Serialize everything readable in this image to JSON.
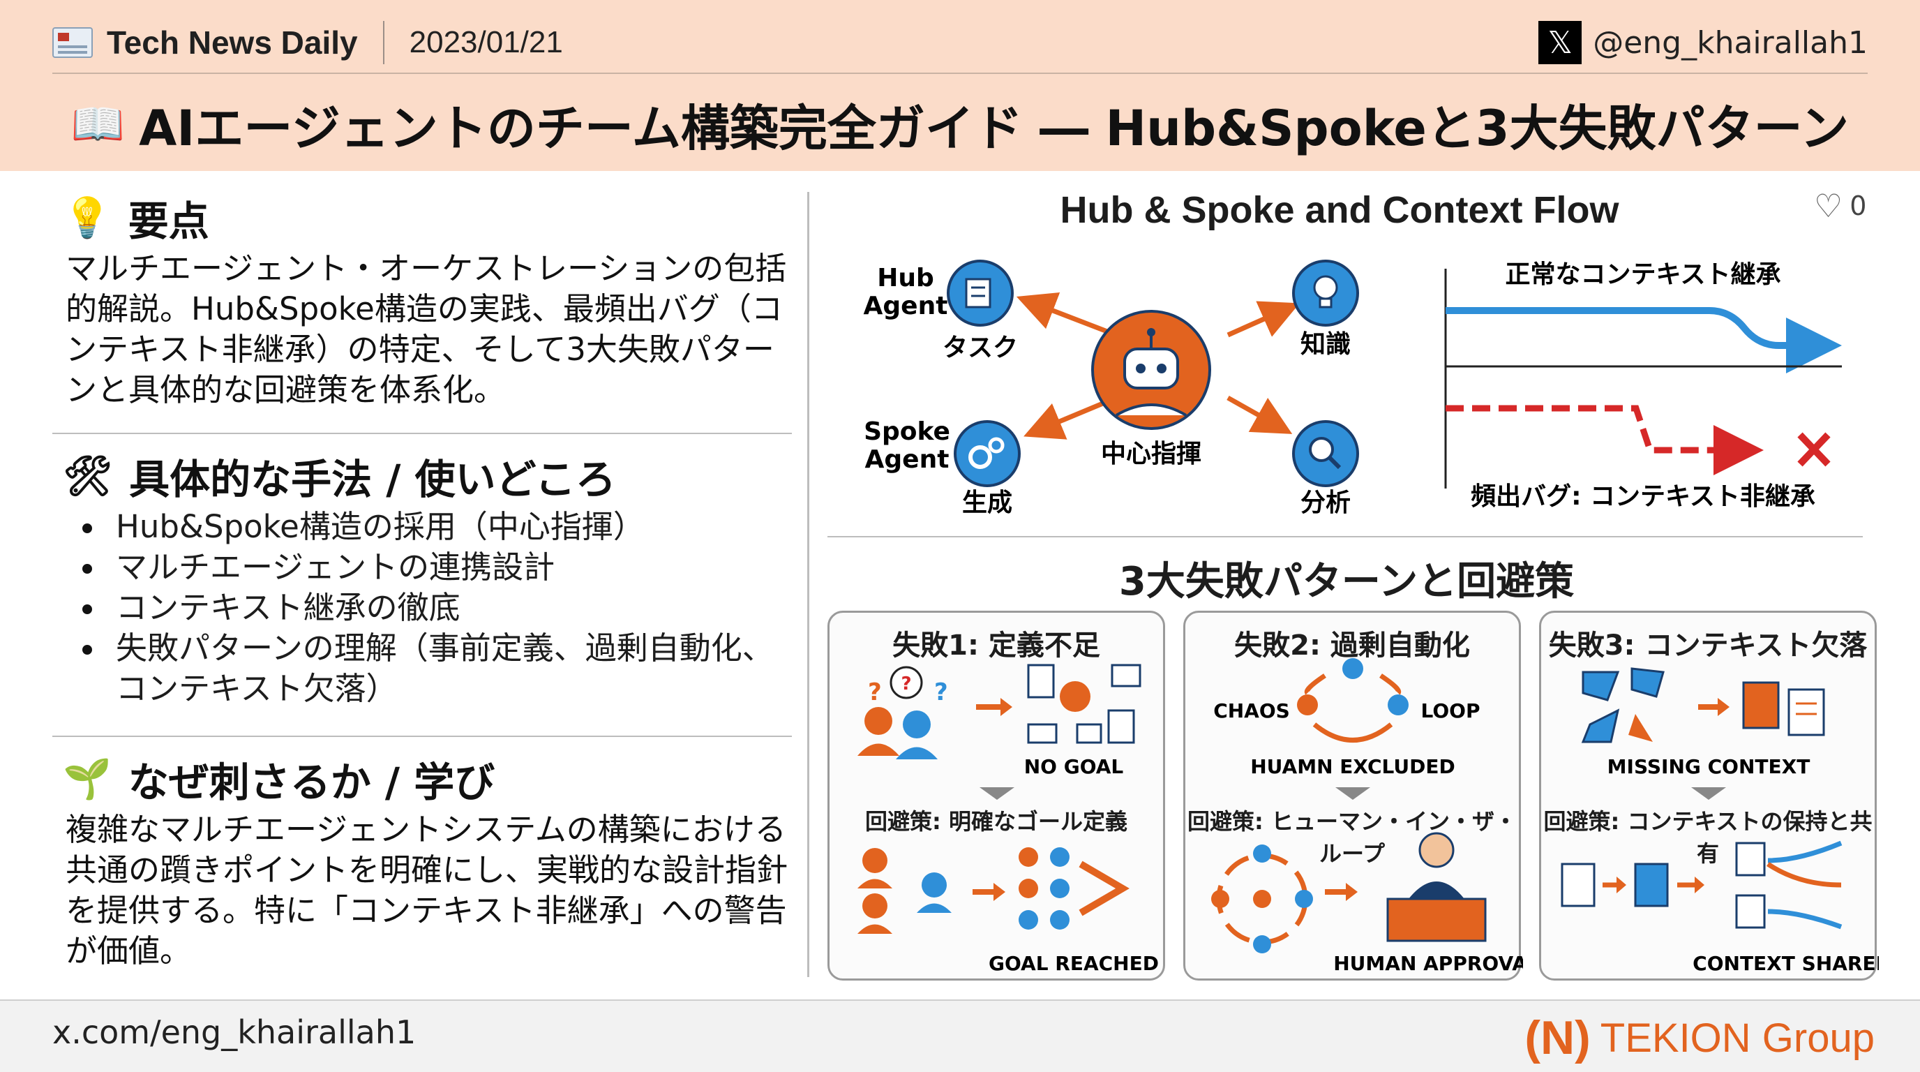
{
  "header": {
    "brand": "Tech News Daily",
    "date": "2023/01/21",
    "handle": "@eng_khairallah1",
    "title": "AIエージェントのチーム構築完全ガイド ― Hub&Spokeと3大失敗パターン",
    "title_icon": "book-icon"
  },
  "summary": {
    "heading": "要点",
    "text": "マルチエージェント・オーケストレーションの包括的解説。Hub&Spoke構造の実践、最頻出バグ（コンテキスト非継承）の特定、そして3大失敗パターンと具体的な回避策を体系化。"
  },
  "methods": {
    "heading": "具体的な手法 / 使いどころ",
    "items": [
      "Hub&Spoke構造の採用（中心指揮）",
      "マルチエージェントの連携設計",
      "コンテキスト継承の徹底",
      "失敗パターンの理解（事前定義、過剰自動化、コンテキスト欠落）"
    ]
  },
  "why": {
    "heading": "なぜ刺さるか / 学び",
    "text": "複雑なマルチエージェントシステムの構築における共通の躓きポイントを明確にし、実戦的な設計指針を提供する。特に「コンテキスト非継承」への警告が価値。"
  },
  "hub_spoke": {
    "title": "Hub & Spoke and Context Flow",
    "likes": "0",
    "hub_label_1": "Hub",
    "hub_label_2": "Agent",
    "spoke_label_1": "Spoke",
    "spoke_label_2": "Agent",
    "center": "中心指揮",
    "task": "タスク",
    "knowledge": "知識",
    "generate": "生成",
    "analyze": "分析",
    "normal_flow": "正常なコンテキスト継承",
    "bug_flow": "頻出バグ: コンテキスト非継承"
  },
  "failures": {
    "title": "3大失敗パターンと回避策",
    "cards": [
      {
        "title": "失敗1: 定義不足",
        "problem": "NO GOAL",
        "solution": "回避策: 明確なゴール定義",
        "result": "GOAL REACHED"
      },
      {
        "title": "失敗2: 過剰自動化",
        "chaos": "CHAOS",
        "loop": "LOOP",
        "problem": "HUAMN EXCLUDED",
        "solution": "回避策: ヒューマン・イン・ザ・ループ",
        "result": "HUMAN APPROVAL"
      },
      {
        "title": "失敗3: コンテキスト欠落",
        "problem": "MISSING CONTEXT",
        "solution": "回避策: コンテキストの保持と共有",
        "result": "CONTEXT SHARED"
      }
    ]
  },
  "footer": {
    "url": "x.com/eng_khairallah1",
    "logo_mark": "(N)",
    "logo_text": "TEKION Group"
  },
  "colors": {
    "accent": "#e2631f",
    "blue": "#2f8fd8",
    "red": "#d62828",
    "header_bg": "#fbdcc9"
  }
}
